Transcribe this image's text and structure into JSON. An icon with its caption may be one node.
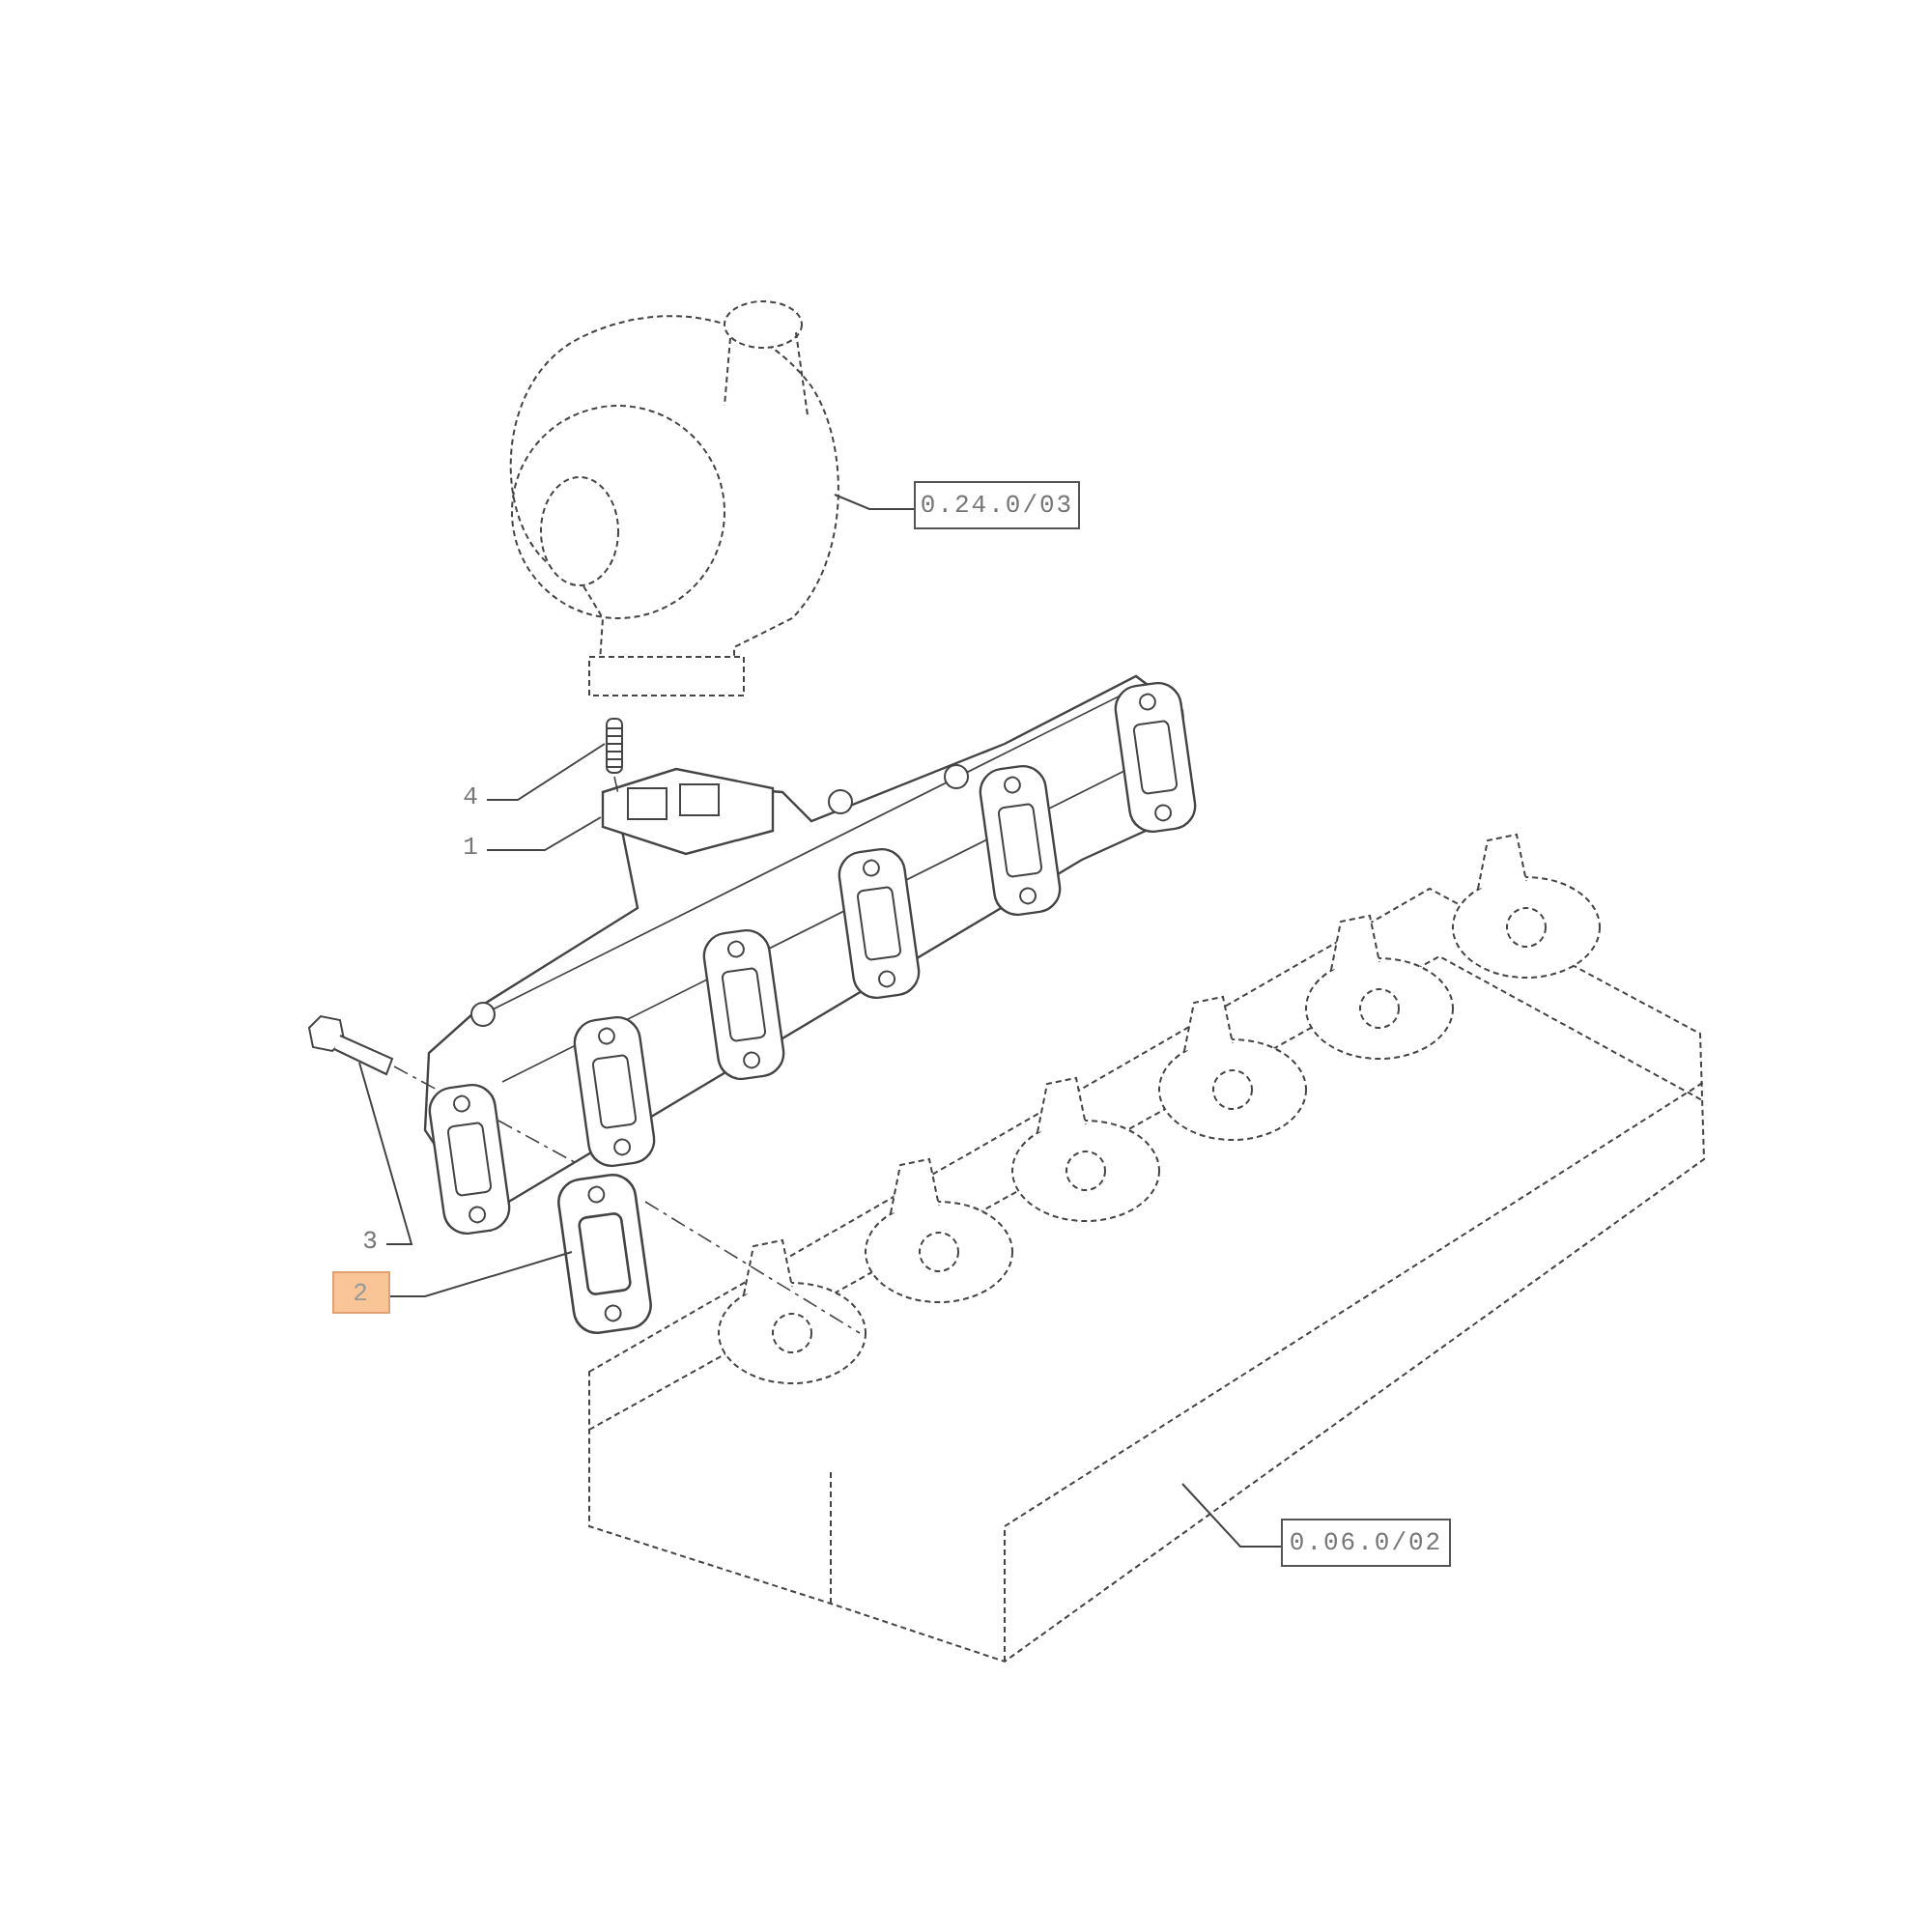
{
  "diagram": {
    "nodes": [
      {
        "text": [
          "0.24.0/03"
        ]
      },
      {
        "text": [],
        "shape": "picture"
      },
      {
        "text": [
          "4"
        ]
      },
      {
        "text": [],
        "shape": "picture"
      },
      {
        "text": [
          "1"
        ]
      },
      {
        "text": [],
        "shape": "picture"
      },
      {
        "text": [
          "3"
        ]
      },
      {
        "text": [],
        "shape": "picture"
      },
      {
        "text": [
          "2"
        ]
      },
      {
        "text": [],
        "shape": "picture"
      },
      {
        "text": [
          "0.06.0/02"
        ]
      },
      {
        "text": [],
        "shape": "picture"
      }
    ],
    "edges": [
      {
        "from": 0,
        "to": 1,
        "arrow": "none"
      },
      {
        "from": 2,
        "to": 3,
        "arrow": "none"
      },
      {
        "from": 4,
        "to": 5,
        "arrow": "none"
      },
      {
        "from": 6,
        "to": 7,
        "arrow": "none"
      },
      {
        "from": 8,
        "to": 9,
        "arrow": "none"
      },
      {
        "from": 10,
        "to": 11,
        "arrow": "none"
      },
      {
        "from": 3,
        "to": 5,
        "arrow": "none",
        "style": "dashed"
      },
      {
        "from": 7,
        "to": 5,
        "arrow": "none",
        "style": "dashed"
      },
      {
        "from": 5,
        "to": 9,
        "arrow": "none",
        "style": "dashed"
      },
      {
        "from": 9,
        "to": 11,
        "arrow": "none",
        "style": "dashed"
      }
    ]
  }
}
